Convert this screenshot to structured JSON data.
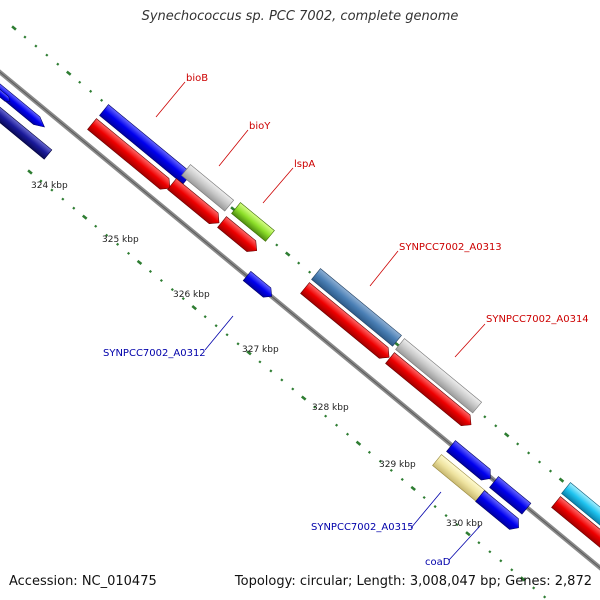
{
  "title": "Synechococcus sp. PCC 7002, complete genome",
  "footer": {
    "accession": "Accession: NC_010475",
    "summary": "Topology: circular; Length: 3,008,047 bp; Genes: 2,872"
  },
  "colors": {
    "backbone": "#8a8a8a",
    "tick": "#2e7d32",
    "label_red": "#cc0000",
    "label_blue": "#0000aa"
  },
  "ticks": [
    {
      "label": "324 kbp"
    },
    {
      "label": "325 kbp"
    },
    {
      "label": "326 kbp"
    },
    {
      "label": "327 kbp"
    },
    {
      "label": "328 kbp"
    },
    {
      "label": "329 kbp"
    },
    {
      "label": "330 kbp"
    }
  ],
  "gene_labels": [
    {
      "text": "bioB",
      "color": "#cc0000"
    },
    {
      "text": "bioY",
      "color": "#cc0000"
    },
    {
      "text": "lspA",
      "color": "#cc0000"
    },
    {
      "text": "SYNPCC7002_A0313",
      "color": "#cc0000"
    },
    {
      "text": "SYNPCC7002_A0314",
      "color": "#cc0000"
    },
    {
      "text": "SYNPCC7002_A0312",
      "color": "#0000aa"
    },
    {
      "text": "SYNPCC7002_A0315",
      "color": "#0000aa"
    },
    {
      "text": "coaD",
      "color": "#0000aa"
    }
  ]
}
